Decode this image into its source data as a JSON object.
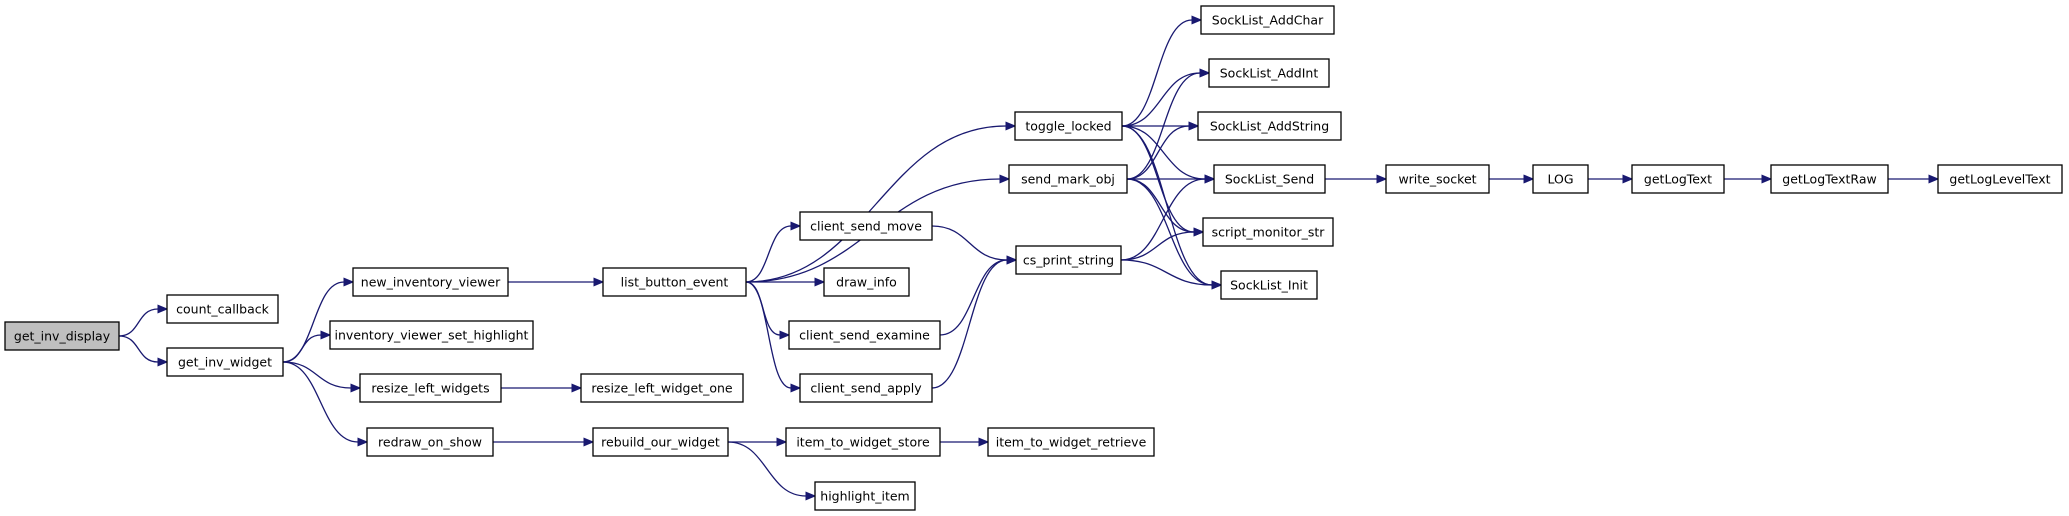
{
  "graph": {
    "title": "",
    "root": "get_inv_display",
    "colors": {
      "edge": "#191970",
      "root_fill": "#bfbfbf",
      "node_fill": "#ffffff",
      "node_border": "#000000"
    },
    "nodes": [
      {
        "id": "get_inv_display",
        "label": "get_inv_display"
      },
      {
        "id": "count_callback",
        "label": "count_callback"
      },
      {
        "id": "get_inv_widget",
        "label": "get_inv_widget"
      },
      {
        "id": "new_inventory_viewer",
        "label": "new_inventory_viewer"
      },
      {
        "id": "inventory_viewer_set_highlight",
        "label": "inventory_viewer_set_highlight"
      },
      {
        "id": "resize_left_widgets",
        "label": "resize_left_widgets"
      },
      {
        "id": "redraw_on_show",
        "label": "redraw_on_show"
      },
      {
        "id": "list_button_event",
        "label": "list_button_event"
      },
      {
        "id": "resize_left_widget_one",
        "label": "resize_left_widget_one"
      },
      {
        "id": "rebuild_our_widget",
        "label": "rebuild_our_widget"
      },
      {
        "id": "toggle_locked",
        "label": "toggle_locked"
      },
      {
        "id": "send_mark_obj",
        "label": "send_mark_obj"
      },
      {
        "id": "client_send_move",
        "label": "client_send_move"
      },
      {
        "id": "draw_info",
        "label": "draw_info"
      },
      {
        "id": "client_send_examine",
        "label": "client_send_examine"
      },
      {
        "id": "client_send_apply",
        "label": "client_send_apply"
      },
      {
        "id": "item_to_widget_store",
        "label": "item_to_widget_store"
      },
      {
        "id": "highlight_item",
        "label": "highlight_item"
      },
      {
        "id": "item_to_widget_retrieve",
        "label": "item_to_widget_retrieve"
      },
      {
        "id": "cs_print_string",
        "label": "cs_print_string"
      },
      {
        "id": "SockList_AddChar",
        "label": "SockList_AddChar"
      },
      {
        "id": "SockList_AddInt",
        "label": "SockList_AddInt"
      },
      {
        "id": "SockList_AddString",
        "label": "SockList_AddString"
      },
      {
        "id": "SockList_Send",
        "label": "SockList_Send"
      },
      {
        "id": "script_monitor_str",
        "label": "script_monitor_str"
      },
      {
        "id": "SockList_Init",
        "label": "SockList_Init"
      },
      {
        "id": "write_socket",
        "label": "write_socket"
      },
      {
        "id": "LOG",
        "label": "LOG"
      },
      {
        "id": "getLogText",
        "label": "getLogText"
      },
      {
        "id": "getLogTextRaw",
        "label": "getLogTextRaw"
      },
      {
        "id": "getLogLevelText",
        "label": "getLogLevelText"
      }
    ],
    "edges": [
      [
        "get_inv_display",
        "count_callback"
      ],
      [
        "get_inv_display",
        "get_inv_widget"
      ],
      [
        "get_inv_widget",
        "new_inventory_viewer"
      ],
      [
        "get_inv_widget",
        "inventory_viewer_set_highlight"
      ],
      [
        "get_inv_widget",
        "resize_left_widgets"
      ],
      [
        "get_inv_widget",
        "redraw_on_show"
      ],
      [
        "new_inventory_viewer",
        "list_button_event"
      ],
      [
        "resize_left_widgets",
        "resize_left_widget_one"
      ],
      [
        "redraw_on_show",
        "rebuild_our_widget"
      ],
      [
        "list_button_event",
        "toggle_locked"
      ],
      [
        "list_button_event",
        "send_mark_obj"
      ],
      [
        "list_button_event",
        "client_send_move"
      ],
      [
        "list_button_event",
        "draw_info"
      ],
      [
        "list_button_event",
        "client_send_examine"
      ],
      [
        "list_button_event",
        "client_send_apply"
      ],
      [
        "rebuild_our_widget",
        "item_to_widget_store"
      ],
      [
        "rebuild_our_widget",
        "highlight_item"
      ],
      [
        "item_to_widget_store",
        "item_to_widget_retrieve"
      ],
      [
        "client_send_move",
        "cs_print_string"
      ],
      [
        "client_send_examine",
        "cs_print_string"
      ],
      [
        "client_send_apply",
        "cs_print_string"
      ],
      [
        "toggle_locked",
        "SockList_AddChar"
      ],
      [
        "toggle_locked",
        "SockList_AddInt"
      ],
      [
        "toggle_locked",
        "SockList_AddString"
      ],
      [
        "toggle_locked",
        "SockList_Send"
      ],
      [
        "toggle_locked",
        "script_monitor_str"
      ],
      [
        "toggle_locked",
        "SockList_Init"
      ],
      [
        "send_mark_obj",
        "SockList_AddInt"
      ],
      [
        "send_mark_obj",
        "SockList_AddString"
      ],
      [
        "send_mark_obj",
        "SockList_Send"
      ],
      [
        "send_mark_obj",
        "script_monitor_str"
      ],
      [
        "send_mark_obj",
        "SockList_Init"
      ],
      [
        "cs_print_string",
        "SockList_Send"
      ],
      [
        "cs_print_string",
        "script_monitor_str"
      ],
      [
        "cs_print_string",
        "SockList_Init"
      ],
      [
        "SockList_Send",
        "write_socket"
      ],
      [
        "write_socket",
        "LOG"
      ],
      [
        "LOG",
        "getLogText"
      ],
      [
        "getLogText",
        "getLogTextRaw"
      ],
      [
        "getLogTextRaw",
        "getLogLevelText"
      ]
    ]
  }
}
